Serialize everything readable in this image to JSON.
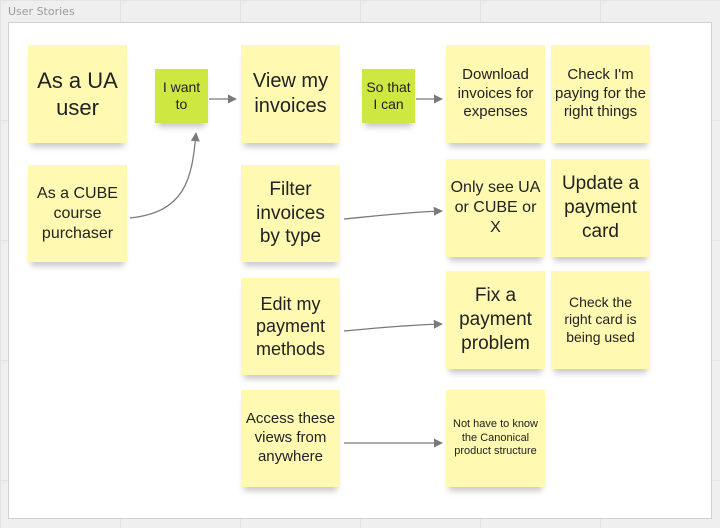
{
  "frame": {
    "title": "User Stories"
  },
  "colors": {
    "yellow_note": "#fff9b1",
    "green_note": "#cee741",
    "connector": "#7a7a7a"
  },
  "notes": {
    "as_ua_user": "As a UA user",
    "as_cube_purchaser": "As a CUBE course purchaser",
    "i_want_to": "I want to",
    "view_invoices": "View my invoices",
    "filter_invoices": "Filter invoices by type",
    "edit_payment": "Edit my payment methods",
    "access_views": "Access these views from anywhere",
    "so_that": "So that I can",
    "download_invoices": "Download invoices for expenses",
    "check_paying": "Check I'm paying for the right things",
    "only_see": "Only see UA or CUBE or X",
    "update_card": "Update a payment card",
    "fix_problem": "Fix a payment problem",
    "check_card": "Check the right card is being used",
    "not_have_to_know": "Not have to know the Canonical product structure"
  }
}
